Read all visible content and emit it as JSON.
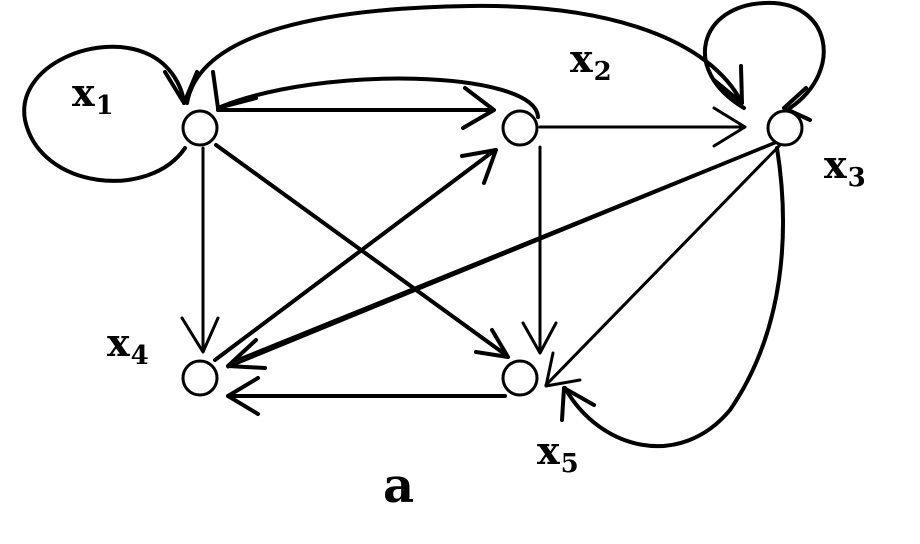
{
  "diagram": {
    "caption": "a",
    "nodes": [
      {
        "id": "x1",
        "base": "x",
        "sub": "1"
      },
      {
        "id": "x2",
        "base": "x",
        "sub": "2"
      },
      {
        "id": "x3",
        "base": "x",
        "sub": "3"
      },
      {
        "id": "x4",
        "base": "x",
        "sub": "4"
      },
      {
        "id": "x5",
        "base": "x",
        "sub": "5"
      }
    ],
    "edges": [
      {
        "from": "x1",
        "to": "x1"
      },
      {
        "from": "x1",
        "to": "x2"
      },
      {
        "from": "x2",
        "to": "x1"
      },
      {
        "from": "x1",
        "to": "x3"
      },
      {
        "from": "x1",
        "to": "x4"
      },
      {
        "from": "x1",
        "to": "x5"
      },
      {
        "from": "x2",
        "to": "x3"
      },
      {
        "from": "x2",
        "to": "x5"
      },
      {
        "from": "x3",
        "to": "x3"
      },
      {
        "from": "x3",
        "to": "x4"
      },
      {
        "from": "x3",
        "to": "x5"
      },
      {
        "from": "x4",
        "to": "x2"
      },
      {
        "from": "x5",
        "to": "x4"
      }
    ]
  }
}
